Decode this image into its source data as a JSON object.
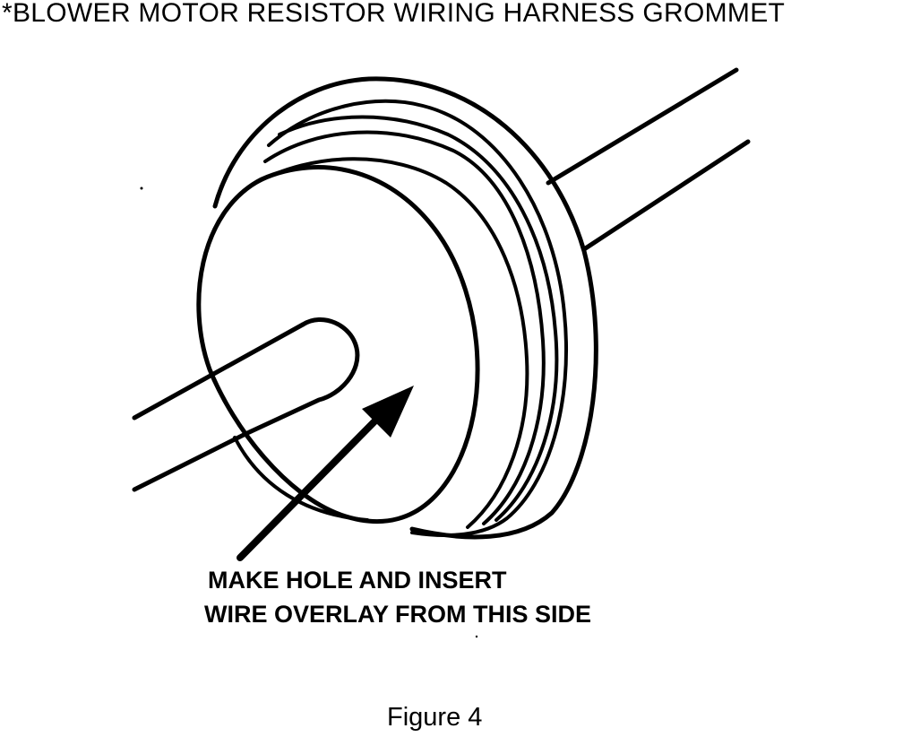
{
  "title": "*BLOWER MOTOR RESISTOR WIRING HARNESS GROMMET",
  "callout": {
    "line1": "MAKE HOLE AND INSERT",
    "line2": "WIRE OVERLAY FROM THIS SIDE"
  },
  "caption": "Figure 4",
  "colors": {
    "ink": "#000000",
    "paper": "#ffffff"
  }
}
